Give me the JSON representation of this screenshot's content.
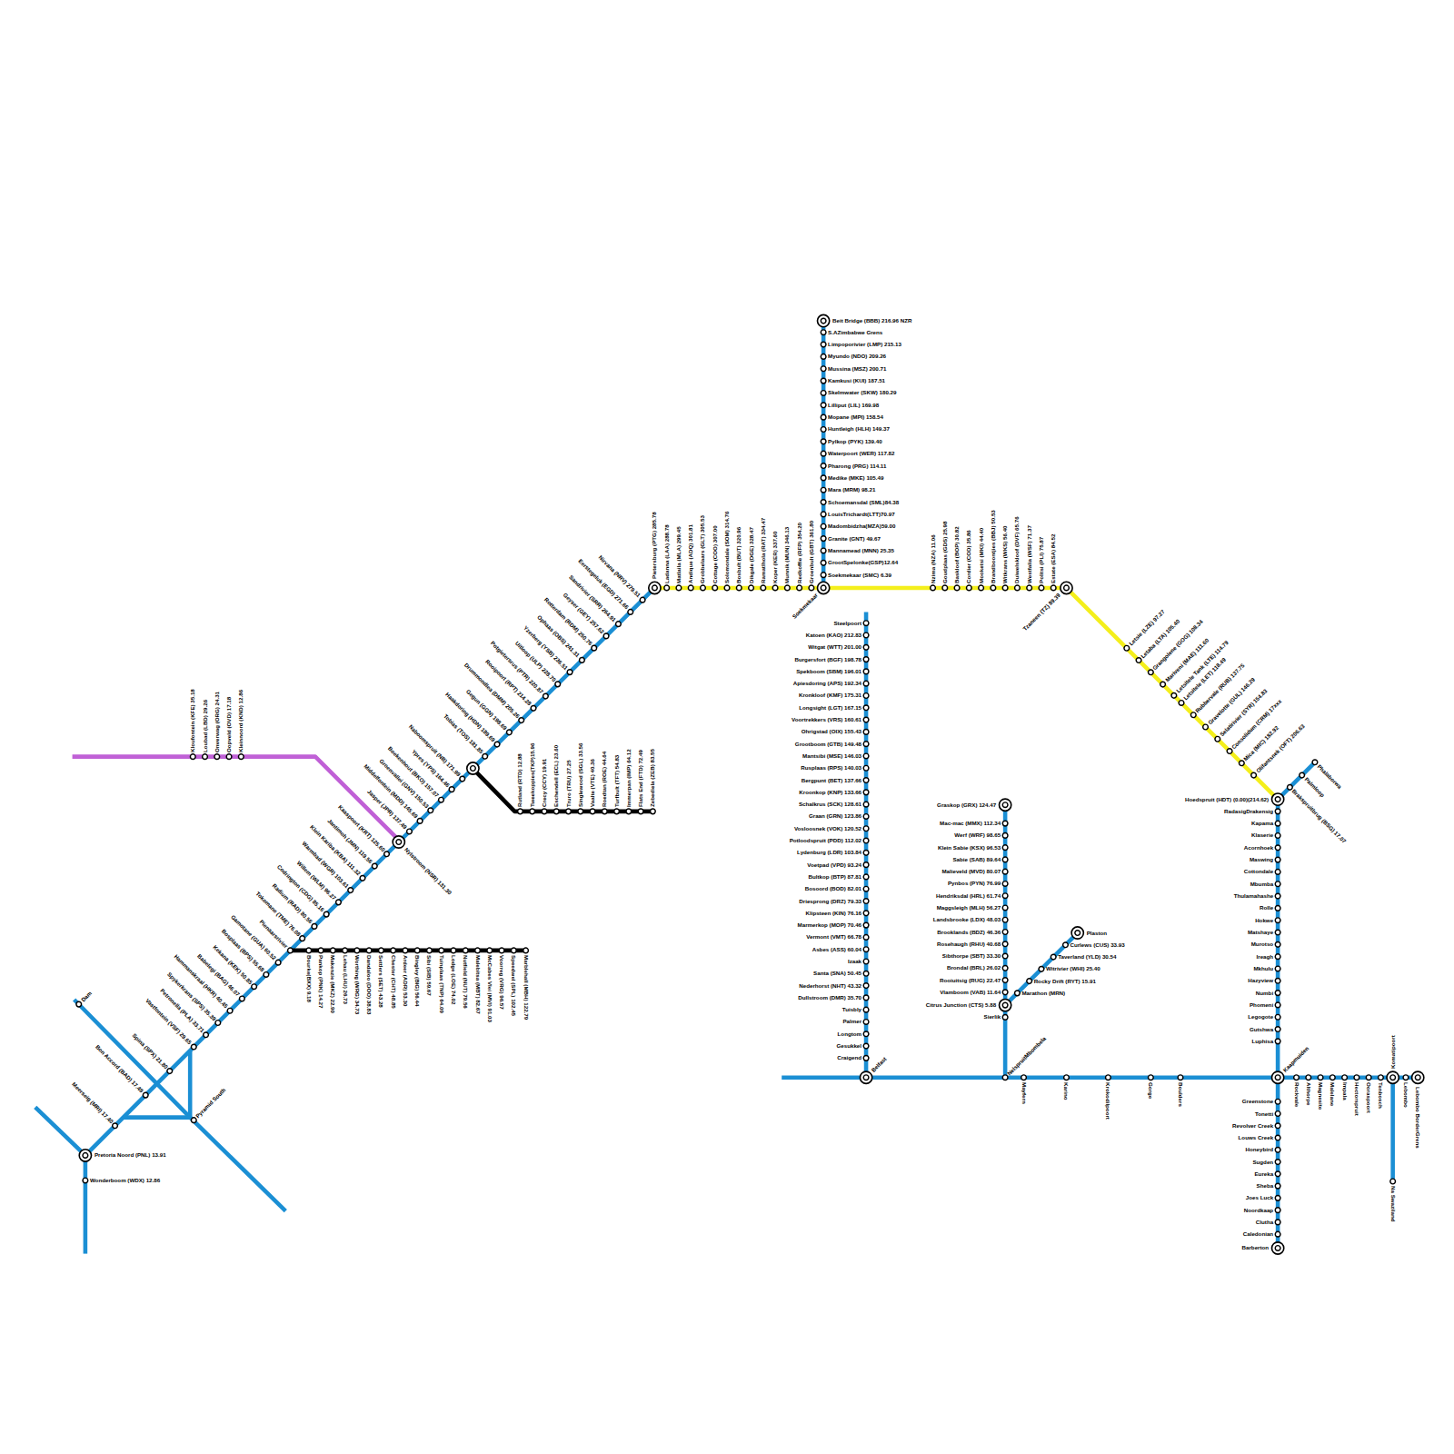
{
  "diagram": {
    "labels": [
      "Beit Bridge (BBB) 216.96 NZR",
      "S.AZimbabwe Grens",
      "Limpoporivier (LMP) 215.13",
      "Myundo (NDO) 209.26",
      "Mussina (MSZ) 200.71",
      "Kamkusi (KUI) 187.51",
      "Skelmwater (SKW) 180.29",
      "Lilliput (LIL) 169.98",
      "Mopane (MPI) 158.54",
      "Huntleigh (HLH) 149.37",
      "Pylkop (PYK) 139.40",
      "Waterpoort (WER) 117.82",
      "Pharong (PRG) 114.11",
      "Medike (MKE) 105.49",
      "Mara (MRM) 98.21",
      "Schoemansdal (SML)84.38",
      "LouisTrichardt(LTT)70.97",
      "Madombidzha(MZA)59.00",
      "Granite (GNT) 49.67",
      "Mannamead (MNN) 25.35",
      "GrootSpelonke(GSP)12.64",
      "Soekmekaar (SMC) 6.39",
      "Soekmekaar",
      "Pietersburg (PTG) 285.78",
      "Ladanna (LAA) 288.78",
      "Matlaila (MLA) 299.45",
      "Andique (ADQ) 301.81",
      "Grobbelaars (GLT) 305.53",
      "Cottage (COO) 307.00",
      "Solomondale (SOM) 314.76",
      "Bosbult (BUT) 320.96",
      "Dikgale (DGE) 328.47",
      "Ramatlhola (RAT) 334.47",
      "Koper (KER) 337.60",
      "Munnik (MUN) 346.13",
      "Redkoffie (RFP) 354.20",
      "Groenbult (GBT) 361.80",
      "Nzima (NZA) 11.06",
      "Goudplaas (GDS) 25.98",
      "Baskloof (BOP) 30.82",
      "Cordier (COD) 35.86",
      "Mooketsi (MKI) 44.40",
      "Brandboontjies (BBJ) 50.53",
      "Witkrans (WKS) 56.40",
      "Duiwelskloof (DVF) 65.76",
      "Westfalia (WSF) 71.37",
      "Politsi (PLI) 75.87",
      "Estate (ESA) 84.52",
      "Tzaneen (TZ) 89.39",
      "Letsie (LZE) 97.27",
      "Letaba (LTA) 105.40",
      "Grangolene (GOG) 108.34",
      "Mariveni (MAE) 111.60",
      "Letsitele Tank (LTE) 114.79",
      "Letsitele (LET) 118.49",
      "Rubbervale (RUB) 137.75",
      "Gravelotte (GUL) 146.29",
      "Selatirivier (SYR) 154.83",
      "Consolidum (CRM) 17xxx",
      "Mica (MIC) 182.92",
      "Olifantsnek (OFT) 206.63",
      "Hoedspruit (HDT) (0.00)(214.62)",
      "Brakspruitbrug (BSG) 17.07",
      "Palmloop",
      "Phalaborwa",
      "RadasigDrakensig",
      "Kapama",
      "Klaserie",
      "Acornhoek",
      "Maswing",
      "Cottondale",
      "Mbumba",
      "Thulamahashe",
      "Rolle",
      "Hokwe",
      "Matshaye",
      "Murotso",
      "Ireagh",
      "Mkhulu",
      "Hazyview",
      "Numbi",
      "Phomeni",
      "Legogote",
      "Gutshwa",
      "Luphisa",
      "Kaapmuiden",
      "Greenstone",
      "Tonetti",
      "Revolver Creek",
      "Louws Creek",
      "Honeybird",
      "Sugden",
      "Eureka",
      "Sheba",
      "Joes Luck",
      "Noordkaap",
      "Clutha",
      "Caledonian",
      "Barberton",
      "Belfast",
      "NelspruitMbombela",
      "Mayfern",
      "Karino",
      "Krokodilpoort",
      "Gorge",
      "Boulders",
      "Rockvale",
      "Althorpe",
      "Magnesite",
      "Malelane",
      "Impala",
      "Hectorspruit",
      "Ooraspoort",
      "Tenbosch",
      "Komatipoort",
      "Lebombo",
      "Lebombo BorderGrens",
      "Na Swaziland",
      "Steelpoort",
      "Katoen (KAO) 212.83",
      "Witgat (WTT) 201.00",
      "Burgersfort (BGF) 198.78",
      "Spekboom (SBM) 196.01",
      "Apiesdoring (APS) 192.34",
      "Kronkloof (KMF) 175.31",
      "Longsight (LGT) 167.15",
      "Voortrekkers (VRS) 160.61",
      "Ohrigstad (OIX) 155.43",
      "Grootboom (GTB) 149.48",
      "Mantsibi (MSE) 146.03",
      "Rusplaas (RPS) 140.03",
      "Bergpunt (BET) 137.66",
      "Kroonkop (KNP) 133.66",
      "Schalkrus (SCK) 128.61",
      "Graan (GRN) 123.86",
      "Vosloosnek (VOK) 120.52",
      "Potloodspruit (PDD) 112.02",
      "Lydenburg (LDR) 103.84",
      "Voetpad (VPD) 93.24",
      "Bultkop (BTP) 87.81",
      "Bosoord (BOD) 82.01",
      "Driesprong (DRZ) 79.33",
      "Klipsteen (KIN) 76.16",
      "Marmerkop (MOP) 70.46",
      "Vermont (VMT) 66.78",
      "Asbes (ASS) 60.04",
      "Izaak",
      "Santa (SNA) 50.45",
      "Nederhorst (NHT) 43.32",
      "Dullstroom (DMR) 35.70",
      "Tuisbly",
      "Palmer",
      "Longtom",
      "Gesukkel",
      "Craigend",
      "Graskop (GRX) 124.47",
      "Mac-mac (MMX) 112.34",
      "Werf (WRF) 98.65",
      "Klein Sabie (KSX) 96.53",
      "Sabie (SAB) 89.64",
      "Malieveld (MVD) 80.07",
      "Pynbos (PYN) 76.99",
      "Hendriksdal (HRL) 61.74",
      "Maggsleigh (MLH) 56.27",
      "Landsbrooke (LDX) 48.03",
      "Brooklands (BDZ) 46.36",
      "Rosehaugh (RHU) 40.68",
      "Sibthorpe (SBT) 33.30",
      "Brondal (BRL) 26.02",
      "Rooiuitsig (RUG) 22.47",
      "Vlamboom (VAB) 11.64",
      "Citrus Junction (CTS) 5.88",
      "Sierlik",
      "Marathon (MRN)",
      "Rocky Drift (RYT) 15.91",
      "Witrivier (WHI) 25.40",
      "Taverland (YLD) 30.54",
      "Curlews (CUS) 33.93",
      "Plaston",
      "Nirvana (NRV) 279.51",
      "Eerstegeluk (EGD) 271.66",
      "Sandrivier (SRR) 264.91",
      "Geyser (GEY) 257.62",
      "Rotterdam (RDM) 250.76",
      "Ophaas (OBS) 241.31",
      "Yzerberg (YSB) 236.51",
      "Uitloop (ULP) 228.70",
      "Potgietersrus (PTR) 220.87",
      "Rooipoort (RPT) 214.28",
      "Drummondlea (DMM) 205.26",
      "Gegun (GGN) 198.69",
      "Haakdoring (HDN) 189.69",
      "Tobias (TOS) 181.85",
      "Naboomspruit (NB) 171.99",
      "Ypres (YPS) 164.46",
      "Boekenhout (BKO) 157.07",
      "Groenvallei (GNV) 150.53",
      "Middelfontein (MDD) 145.69",
      "Jasper (JPR) 137.49",
      "Kloufontein (KFE) 35.18",
      "Loubad (LBD) 29.26",
      "Onverwag (ORG) 24.31",
      "Oopveld (OVD) 17.18",
      "Kleinnoord (KND) 12.86",
      "Rutland (RTD) 12.88",
      "Tweekoppies(TKP)15.96",
      "Crecy (CCY) 19.91",
      "Eschendell (ECL) 23.60",
      "Truro (TRU) 27.25",
      "Singlewood (SGL) 33.56",
      "Vaalte (VTE) 40.36",
      "Roedtan (ROE) 44.64",
      "Turfbult (TFT) 54.83",
      "Immerpan (IMP) 64.12",
      "Flats End (FTD) 72.49",
      "Zebediela (ZEB) 83.55",
      "Nylstroom (NSR) 131.30",
      "Kaaspoort (KRT) 125.60",
      "Jantimoh (JMN) 119.56",
      "Klein Kariba (KBA) 111.32",
      "Warmbad (WGR) 103.61",
      "Willem (WLM) 96.27",
      "Codrington (CDG) 85.16",
      "Radium (RAD) 80.56",
      "Tokomane (TME) 76.08",
      "Pienaarsrivier",
      "Gamotane (GUA) 60.52",
      "Bosplaas (BPS) 55.68",
      "Kekana (KEK) 50.85",
      "Babelegi (BAG) 46.07",
      "Hammanskraal (HKR) 40.45",
      "Spykerkrans (SPS) 35.39",
      "Petronella (PLA) 33.71",
      "Vastfontein (VSF) 29.65",
      "Spina (SPX) 21.80",
      "Bon Accord (BAD) 17.49",
      "Meerseig (MRI) 17.40",
      "Pretoria Noord (PNL) 13.91",
      "Wonderboom (WDX) 12.86",
      "Bourke(BXX) 9.18",
      "Pankop (PNK) 14.27",
      "Makenzie (MKZ) 22.90",
      "Lehau (LHU) 26.73",
      "Worthing (WRG) 34.73",
      "Dandaloo (DOO) 38.83",
      "Settlers (SET) 43.28",
      "Chester (CHT) 48.85",
      "Ardeer (ADR) 53.30",
      "Bingley (BIG) 56.44",
      "Sibi (SIB) 59.67",
      "Tuinplaas (TNP) 64.09",
      "Lodge (LOE) 74.02",
      "Nutfield (NUT) 79.56",
      "Malebitsa (MBT) 82.67",
      "McCabes Vlei (MVI) 91.03",
      "Voorreg (VRG) 96.57",
      "Speedwel (SPL) 102.45",
      "Marblehall (MBH) 122.79",
      "Dam",
      "Pyramid South"
    ]
  }
}
